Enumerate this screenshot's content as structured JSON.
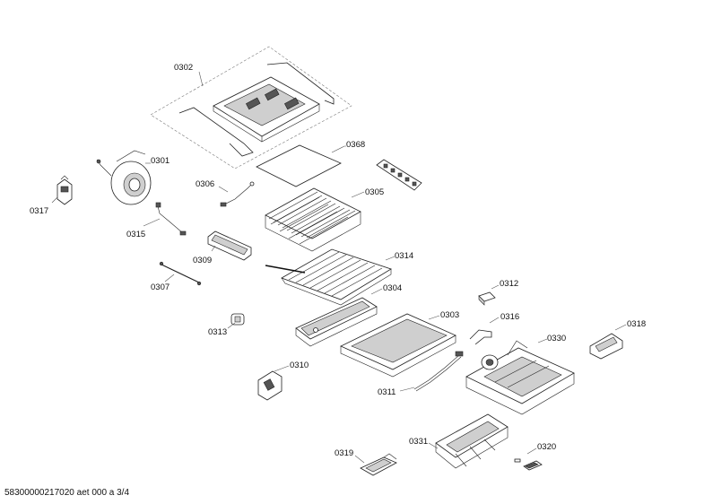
{
  "labels": {
    "p0302": "0302",
    "p0368": "0368",
    "p0301": "0301",
    "p0317": "0317",
    "p0306": "0306",
    "p0305": "0305",
    "p0315": "0315",
    "p0309": "0309",
    "p0314": "0314",
    "p0307": "0307",
    "p0312": "0312",
    "p0304": "0304",
    "p0303": "0303",
    "p0316": "0316",
    "p0318": "0318",
    "p0313": "0313",
    "p0330": "0330",
    "p0310": "0310",
    "p0311": "0311",
    "p0319": "0319",
    "p0331": "0331",
    "p0320": "0320"
  },
  "footer": "58300000217020 aet 000 a 3/4"
}
